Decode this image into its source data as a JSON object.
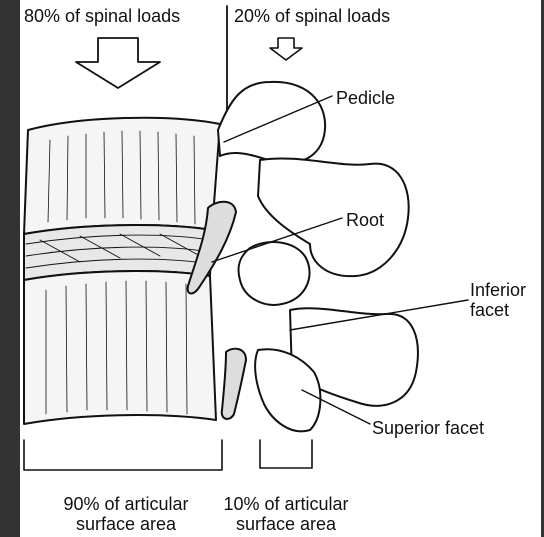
{
  "labels": {
    "load_80": "80% of spinal loads",
    "load_20": "20% of spinal loads",
    "pedicle": "Pedicle",
    "root": "Root",
    "inferior_facet_1": "Inferior",
    "inferior_facet_2": "facet",
    "superior_facet": "Superior facet",
    "area_90_1": "90% of articular",
    "area_90_2": "surface area",
    "area_10_1": "10% of articular",
    "area_10_2": "surface area"
  },
  "colors": {
    "background": "#333333",
    "panel": "#ffffff",
    "ink": "#111111"
  }
}
